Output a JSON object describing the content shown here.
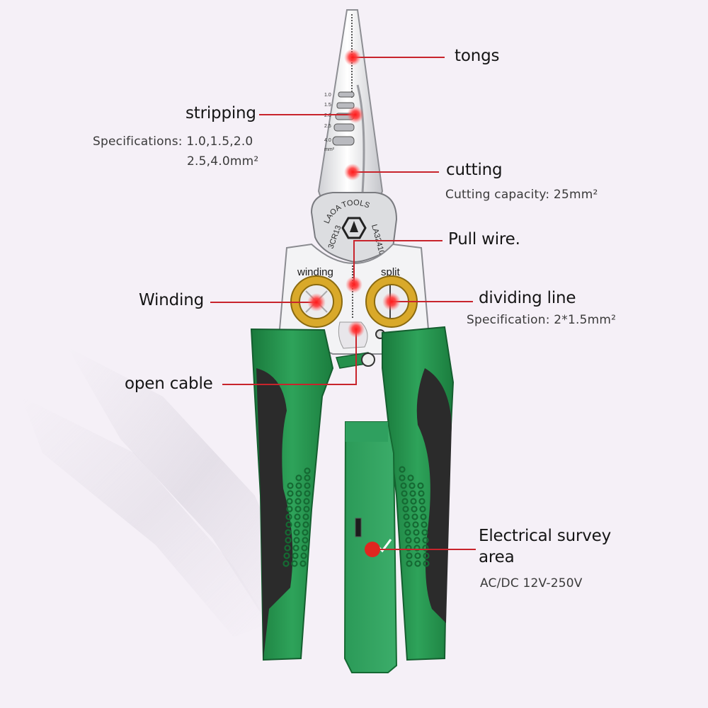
{
  "diagram": {
    "product": {
      "brand_engraving": "LAOA TOOLS",
      "model_engraving": "LA324108",
      "steel_engraving": "3CR13",
      "size_engraving": "\"",
      "ring_labels": {
        "left": "winding",
        "right": "split"
      },
      "strip_scale": [
        "1.0",
        "1.5",
        "2.0",
        "2.5",
        "4.0"
      ],
      "strip_scale_unit": "mm²"
    },
    "callouts": [
      {
        "id": "tongs",
        "title": "tongs",
        "detail": []
      },
      {
        "id": "stripping",
        "title": "stripping",
        "detail": [
          "Specifications: 1.0,1.5,2.0",
          "2.5,4.0mm²"
        ]
      },
      {
        "id": "cutting",
        "title": "cutting",
        "detail": [
          "Cutting capacity: 25mm²"
        ]
      },
      {
        "id": "pull-wire",
        "title": "Pull  wire.",
        "detail": []
      },
      {
        "id": "winding",
        "title": "Winding",
        "detail": []
      },
      {
        "id": "dividing-line",
        "title": "dividing line",
        "detail": [
          "Specification: 2*1.5mm²"
        ]
      },
      {
        "id": "open-cable",
        "title": "open cable",
        "detail": []
      },
      {
        "id": "electrical-survey",
        "title": "Electrical survey area",
        "title_lines": [
          "Electrical survey",
          "area"
        ],
        "detail": [
          "AC/DC 12V-250V"
        ]
      }
    ],
    "colors": {
      "background": "#f5f0f7",
      "callout_line": "#c8242c",
      "marker": "#ff2a2a",
      "handle_green": "#1f8a45",
      "handle_green_light": "#3aa865",
      "grip_black": "#2b2b2b",
      "steel": "#e8e8ea",
      "ring_gold": "#d9a92a"
    }
  }
}
